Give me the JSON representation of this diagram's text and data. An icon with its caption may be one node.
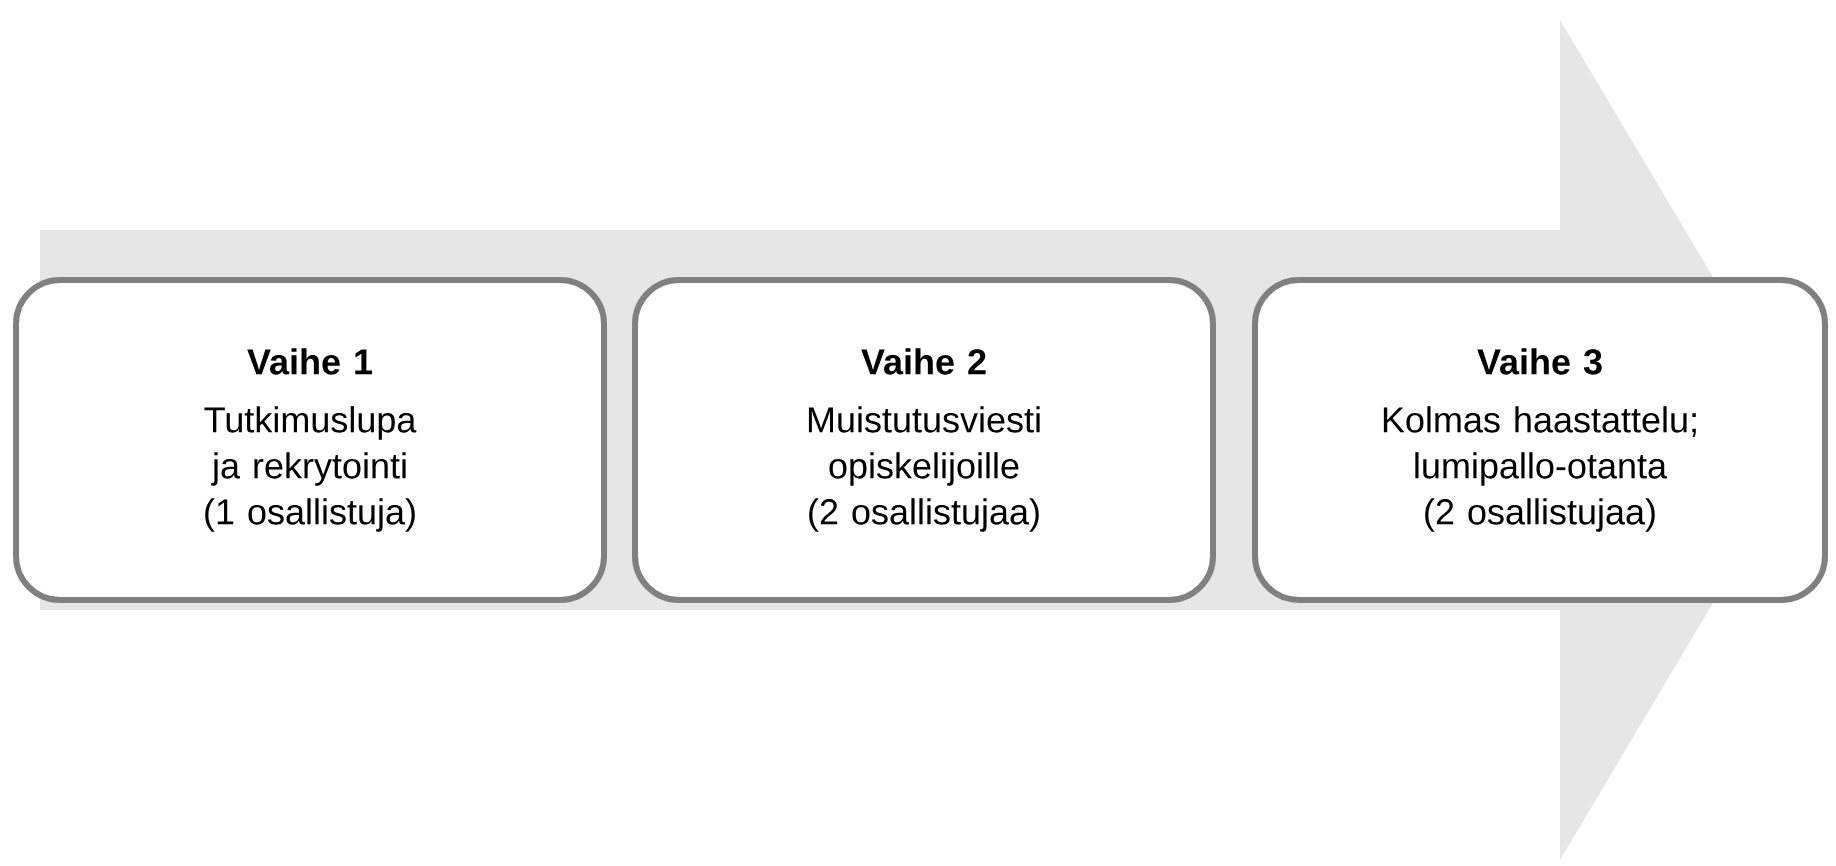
{
  "diagram": {
    "nodes": [
      {
        "text": [
          "Vaihe 1",
          "Tutkimuslupa ja rekrytointi",
          "(1 osallistuja)"
        ]
      },
      {
        "text": [
          "Vaihe 2",
          "Muistutusviesti opiskelijoille",
          "(2 osallistujaa)"
        ]
      },
      {
        "text": [
          "Vaihe 3",
          "Kolmas haastattelu; lumipallo-otanta",
          "(2 osallistujaa)"
        ]
      }
    ]
  }
}
